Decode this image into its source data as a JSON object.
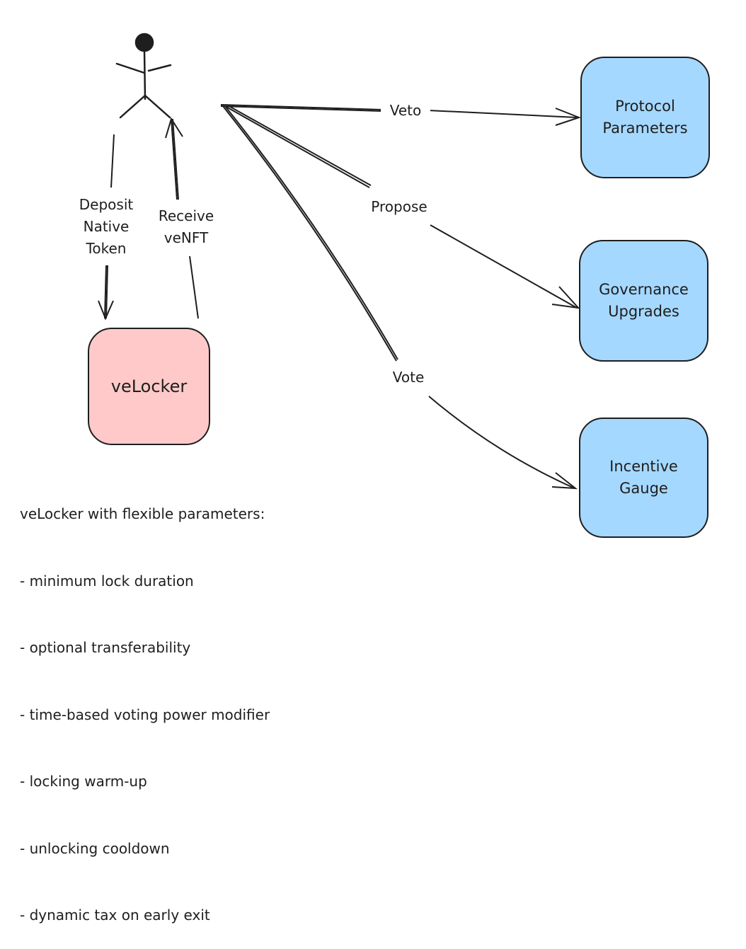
{
  "actor": {
    "name": "user-stick-figure"
  },
  "nodes": {
    "velocker": {
      "label": "veLocker",
      "color": "#ffc9c9"
    },
    "protocol_parameters": {
      "label": "Protocol\nParameters",
      "color": "#a5d8ff"
    },
    "governance_upgrades": {
      "label": "Governance\nUpgrades",
      "color": "#a5d8ff"
    },
    "incentive_gauge": {
      "label": "Incentive\nGauge",
      "color": "#a5d8ff"
    }
  },
  "edges": {
    "deposit": "Deposit\nNative\nToken",
    "receive": "Receive\nveNFT",
    "veto": "Veto",
    "propose": "Propose",
    "vote": "Vote"
  },
  "notes": {
    "title": "veLocker with flexible parameters:",
    "items": [
      "- minimum lock duration",
      "- optional transferability",
      "- time-based voting power modifier",
      "- locking warm-up",
      "- unlocking cooldown",
      "- dynamic tax on early exit"
    ]
  }
}
